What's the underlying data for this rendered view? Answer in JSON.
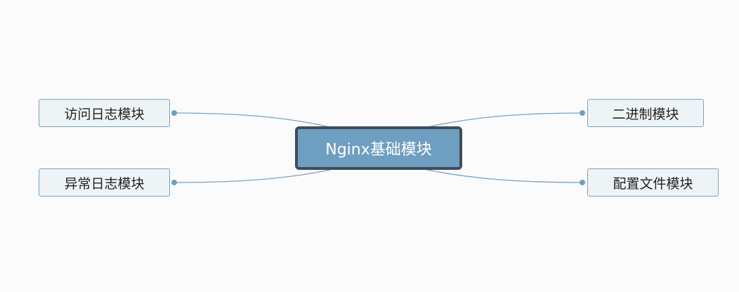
{
  "mindmap": {
    "root": {
      "label": "Nginx基础模块"
    },
    "branches": {
      "access_log": {
        "label": "访问日志模块"
      },
      "error_log": {
        "label": "异常日志模块"
      },
      "binary": {
        "label": "二进制模块"
      },
      "config_file": {
        "label": "配置文件模块"
      }
    }
  },
  "colors": {
    "root_fill": "#6f9fc0",
    "root_border": "#3d4d5c",
    "branch_fill": "#eef3f6",
    "branch_border": "#7aa2bf",
    "connector": "#7aa2bf"
  }
}
